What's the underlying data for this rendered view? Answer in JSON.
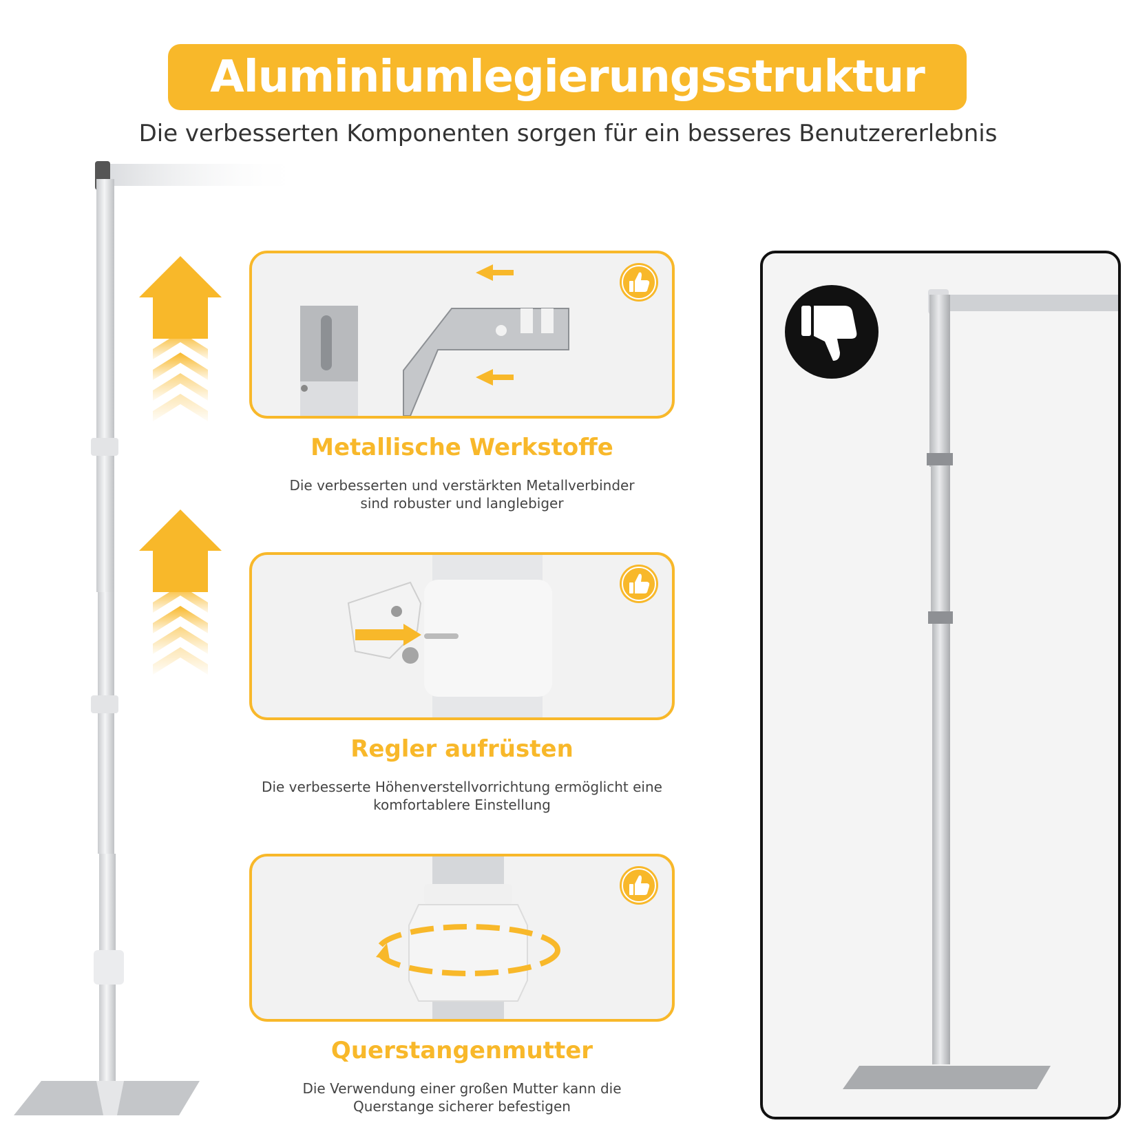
{
  "header": {
    "title": "Aluminiumlegierungsstruktur",
    "subtitle": "Die verbesserten Komponenten sorgen für ein besseres Benutzererlebnis"
  },
  "features": [
    {
      "title": "Metallische Werkstoffe",
      "desc_line1": "Die verbesserten und verstärkten Metallverbinder",
      "desc_line2": "sind robuster und langlebiger",
      "icon": "thumbs-up-icon"
    },
    {
      "title": "Regler aufrüsten",
      "desc_line1": "Die verbesserte Höhenverstellvorrichtung ermöglicht eine",
      "desc_line2": "komfortablere Einstellung",
      "icon": "thumbs-up-icon"
    },
    {
      "title": "Querstangenmutter",
      "desc_line1": "Die Verwendung einer großen Mutter kann die",
      "desc_line2": "Querstange sicherer befestigen",
      "icon": "thumbs-up-icon"
    }
  ],
  "comparison": {
    "icon": "thumbs-down-icon"
  },
  "colors": {
    "accent": "#f8b82a",
    "dark": "#111111",
    "metal": "#d8dadd"
  }
}
